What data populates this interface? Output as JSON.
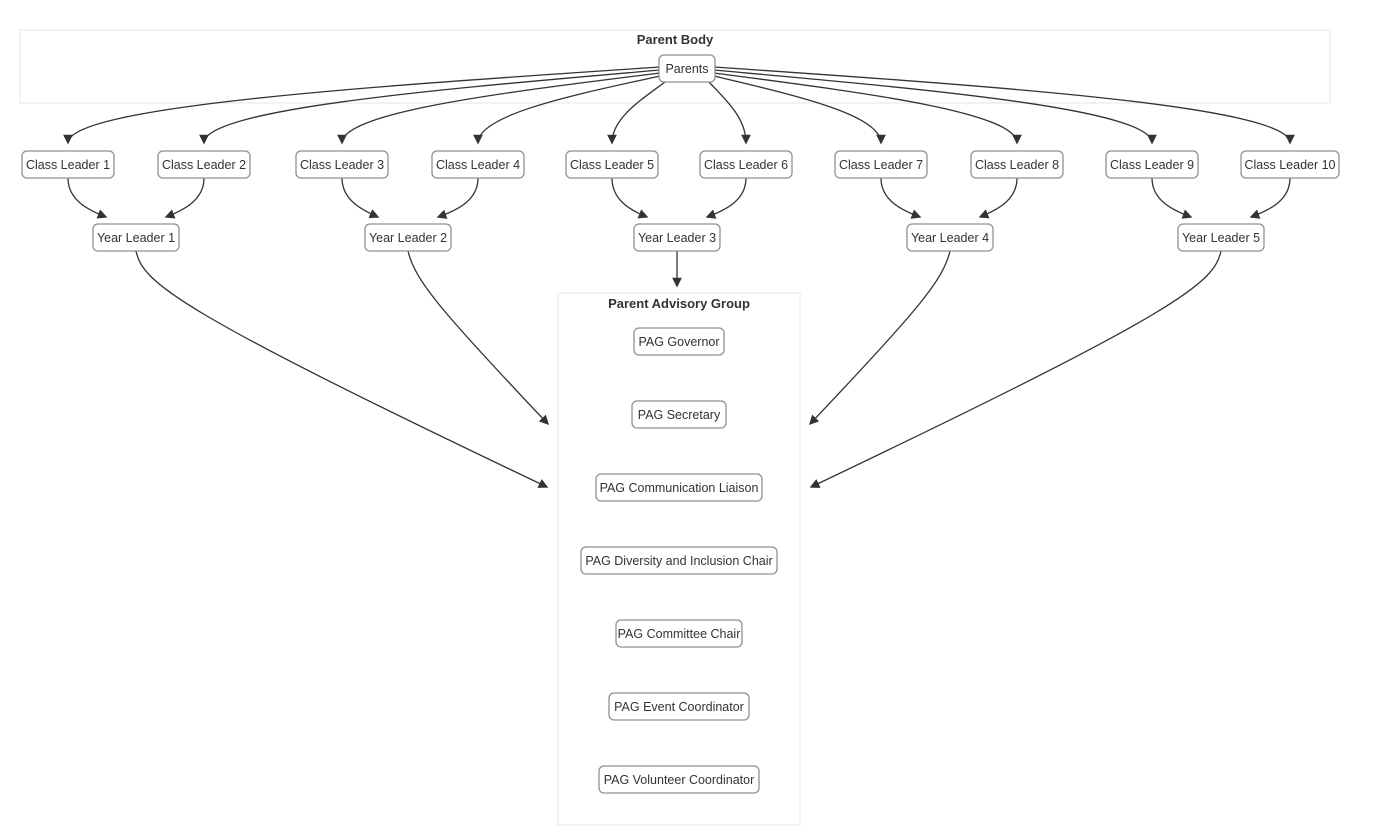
{
  "diagram": {
    "type": "flowchart-org-chart",
    "colors": {
      "background": "#ffffff",
      "node_fill": "#ffffff",
      "node_border": "#8c919b",
      "edge_stroke": "#333333",
      "subgraph_border": "#e8e8e8",
      "text": "#333333"
    },
    "subgraphs": {
      "parent_body": {
        "title": "Parent Body"
      },
      "pag": {
        "title": "Parent Advisory Group"
      }
    },
    "nodes": {
      "parents": "Parents",
      "cl1": "Class Leader 1",
      "cl2": "Class Leader 2",
      "cl3": "Class Leader 3",
      "cl4": "Class Leader 4",
      "cl5": "Class Leader 5",
      "cl6": "Class Leader 6",
      "cl7": "Class Leader 7",
      "cl8": "Class Leader 8",
      "cl9": "Class Leader 9",
      "cl10": "Class Leader 10",
      "yl1": "Year Leader 1",
      "yl2": "Year Leader 2",
      "yl3": "Year Leader 3",
      "yl4": "Year Leader 4",
      "yl5": "Year Leader 5",
      "pag_governor": "PAG Governor",
      "pag_secretary": "PAG Secretary",
      "pag_comm": "PAG Communication Liaison",
      "pag_diversity": "PAG Diversity and Inclusion Chair",
      "pag_committee": "PAG Committee Chair",
      "pag_event": "PAG Event Coordinator",
      "pag_volunteer": "PAG Volunteer Coordinator"
    },
    "edges": [
      {
        "from": "Parents",
        "to": "Class Leader 1"
      },
      {
        "from": "Parents",
        "to": "Class Leader 2"
      },
      {
        "from": "Parents",
        "to": "Class Leader 3"
      },
      {
        "from": "Parents",
        "to": "Class Leader 4"
      },
      {
        "from": "Parents",
        "to": "Class Leader 5"
      },
      {
        "from": "Parents",
        "to": "Class Leader 6"
      },
      {
        "from": "Parents",
        "to": "Class Leader 7"
      },
      {
        "from": "Parents",
        "to": "Class Leader 8"
      },
      {
        "from": "Parents",
        "to": "Class Leader 9"
      },
      {
        "from": "Parents",
        "to": "Class Leader 10"
      },
      {
        "from": "Class Leader 1",
        "to": "Year Leader 1"
      },
      {
        "from": "Class Leader 2",
        "to": "Year Leader 1"
      },
      {
        "from": "Class Leader 3",
        "to": "Year Leader 2"
      },
      {
        "from": "Class Leader 4",
        "to": "Year Leader 2"
      },
      {
        "from": "Class Leader 5",
        "to": "Year Leader 3"
      },
      {
        "from": "Class Leader 6",
        "to": "Year Leader 3"
      },
      {
        "from": "Class Leader 7",
        "to": "Year Leader 4"
      },
      {
        "from": "Class Leader 8",
        "to": "Year Leader 4"
      },
      {
        "from": "Class Leader 9",
        "to": "Year Leader 5"
      },
      {
        "from": "Class Leader 10",
        "to": "Year Leader 5"
      },
      {
        "from": "Year Leader 1",
        "to": "Parent Advisory Group"
      },
      {
        "from": "Year Leader 2",
        "to": "Parent Advisory Group"
      },
      {
        "from": "Year Leader 3",
        "to": "Parent Advisory Group"
      },
      {
        "from": "Year Leader 4",
        "to": "Parent Advisory Group"
      },
      {
        "from": "Year Leader 5",
        "to": "Parent Advisory Group"
      }
    ]
  }
}
